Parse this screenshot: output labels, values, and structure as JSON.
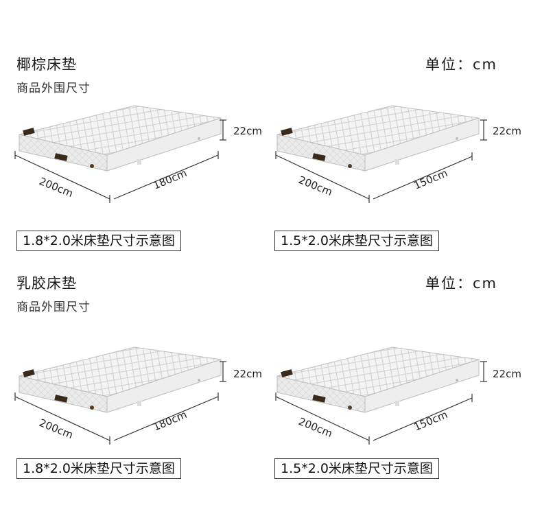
{
  "sections": [
    {
      "title": "椰棕床垫",
      "subtitle": "商品外围尺寸",
      "unit_label": "单位：cm",
      "items": [
        {
          "length": "200cm",
          "width": "180cm",
          "height": "22cm",
          "caption": "1.8*2.0米床垫尺寸示意图"
        },
        {
          "length": "200cm",
          "width": "150cm",
          "height": "22cm",
          "caption": "1.5*2.0米床垫尺寸示意图"
        }
      ]
    },
    {
      "title": "乳胶床垫",
      "subtitle": "商品外围尺寸",
      "unit_label": "单位：cm",
      "items": [
        {
          "length": "200cm",
          "width": "180cm",
          "height": "22cm",
          "caption": "1.8*2.0米床垫尺寸示意图"
        },
        {
          "length": "200cm",
          "width": "150cm",
          "height": "22cm",
          "caption": "1.5*2.0米床垫尺寸示意图"
        }
      ]
    }
  ]
}
